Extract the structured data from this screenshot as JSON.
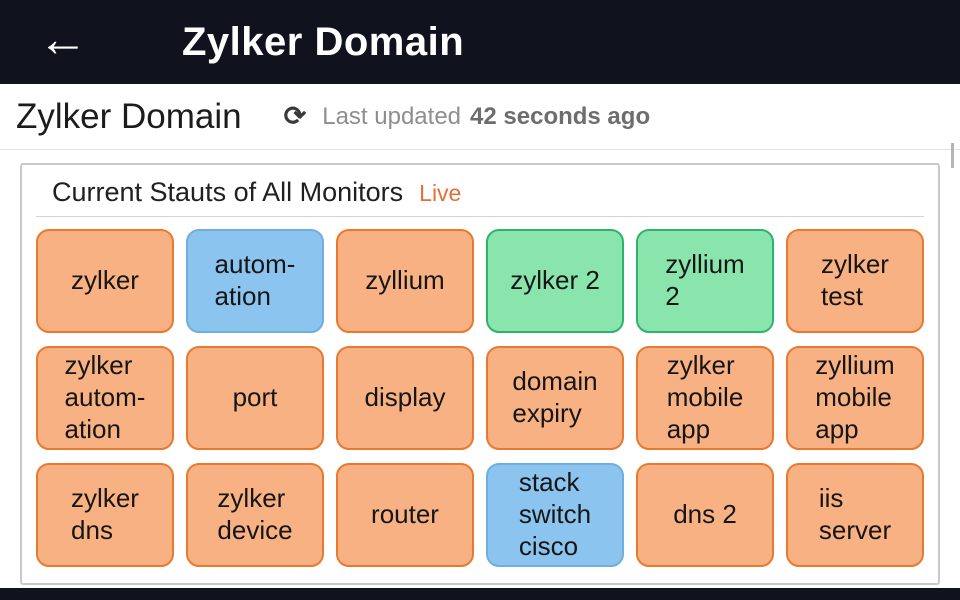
{
  "app_bar": {
    "title": "Zylker Domain",
    "back_icon": "←"
  },
  "header": {
    "title": "Zylker Domain",
    "refresh_icon": "⟳",
    "last_updated_label": "Last updated",
    "last_updated_value": "42 seconds ago"
  },
  "panel": {
    "title": "Current Stauts of All Monitors",
    "live_label": "Live"
  },
  "colors": {
    "appbar_bg": "#10131e",
    "live_accent": "#e2703a",
    "tile_orange_fill": "#f8b183",
    "tile_orange_border": "#e9792f",
    "tile_blue_fill": "#8bc4ef",
    "tile_blue_border": "#6faedd",
    "tile_green_fill": "#8ae5ad",
    "tile_green_border": "#2fb26d"
  },
  "monitors": {
    "tiles": [
      {
        "label": "zylker",
        "color": "orange"
      },
      {
        "label": "autom-\nation",
        "color": "blue"
      },
      {
        "label": "zyllium",
        "color": "orange"
      },
      {
        "label": "zylker 2",
        "color": "green"
      },
      {
        "label": "zyllium\n2",
        "color": "green"
      },
      {
        "label": "zylker\ntest",
        "color": "orange"
      },
      {
        "label": "zylker\nautom-\nation",
        "color": "orange"
      },
      {
        "label": "port",
        "color": "orange"
      },
      {
        "label": "display",
        "color": "orange"
      },
      {
        "label": "domain\nexpiry",
        "color": "orange"
      },
      {
        "label": "zylker\nmobile\napp",
        "color": "orange"
      },
      {
        "label": "zyllium\nmobile\napp",
        "color": "orange"
      },
      {
        "label": "zylker\ndns",
        "color": "orange"
      },
      {
        "label": "zylker\ndevice",
        "color": "orange"
      },
      {
        "label": "router",
        "color": "orange"
      },
      {
        "label": "stack\nswitch\ncisco",
        "color": "blue"
      },
      {
        "label": "dns 2",
        "color": "orange"
      },
      {
        "label": "iis\nserver",
        "color": "orange"
      }
    ]
  }
}
